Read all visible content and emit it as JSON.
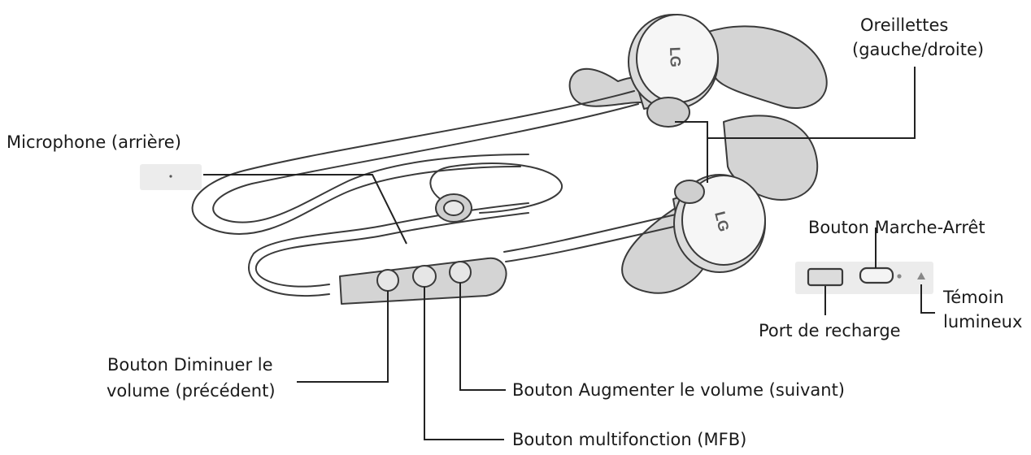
{
  "labels": {
    "earbuds": [
      "Oreillettes",
      "(gauche/droite)"
    ],
    "microphone": "Microphone (arrière)",
    "power_button": "Bouton Marche-Arrêt",
    "led": [
      "Témoin",
      "lumineux"
    ],
    "charging_port": "Port de recharge",
    "volume_down": [
      "Bouton Diminuer le",
      "volume (précédent)"
    ],
    "volume_up": "Bouton Augmenter le volume (suivant)",
    "mfb": "Bouton multifonction (MFB)"
  },
  "earbud_logo": "LG",
  "colors": {
    "outline": "#3a3a3a",
    "fill": "#d4d4d4",
    "fill_light": "#ededed",
    "leader": "#222222"
  }
}
